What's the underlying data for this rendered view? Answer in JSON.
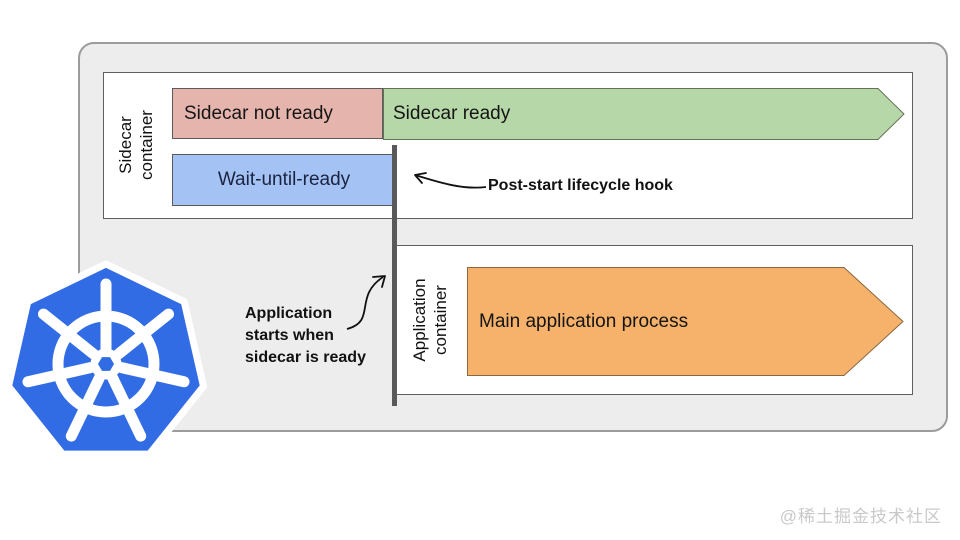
{
  "diagram": {
    "sidecar_lane": {
      "label": "Sidecar\ncontainer",
      "bar_not_ready": "Sidecar not ready",
      "bar_ready": "Sidecar ready",
      "bar_wait": "Wait-until-ready"
    },
    "app_lane": {
      "label": "Application\ncontainer",
      "bar_main": "Main application process"
    },
    "annotations": {
      "post_start": "Post-start lifecycle hook",
      "app_starts": "Application\nstarts when\nsidecar is ready"
    },
    "icons": {
      "kubernetes_logo": "kubernetes-helm-logo"
    },
    "colors": {
      "sidecar_not_ready_fill": "#e5b5ad",
      "sidecar_ready_fill": "#b6d7a8",
      "wait_until_ready_fill": "#a4c2f4",
      "main_process_fill": "#f6b26b",
      "kubernetes_blue": "#326ce5",
      "timeline_line": "#595959",
      "canvas_bg": "#ededed"
    }
  },
  "watermark": "@稀土掘金技术社区"
}
